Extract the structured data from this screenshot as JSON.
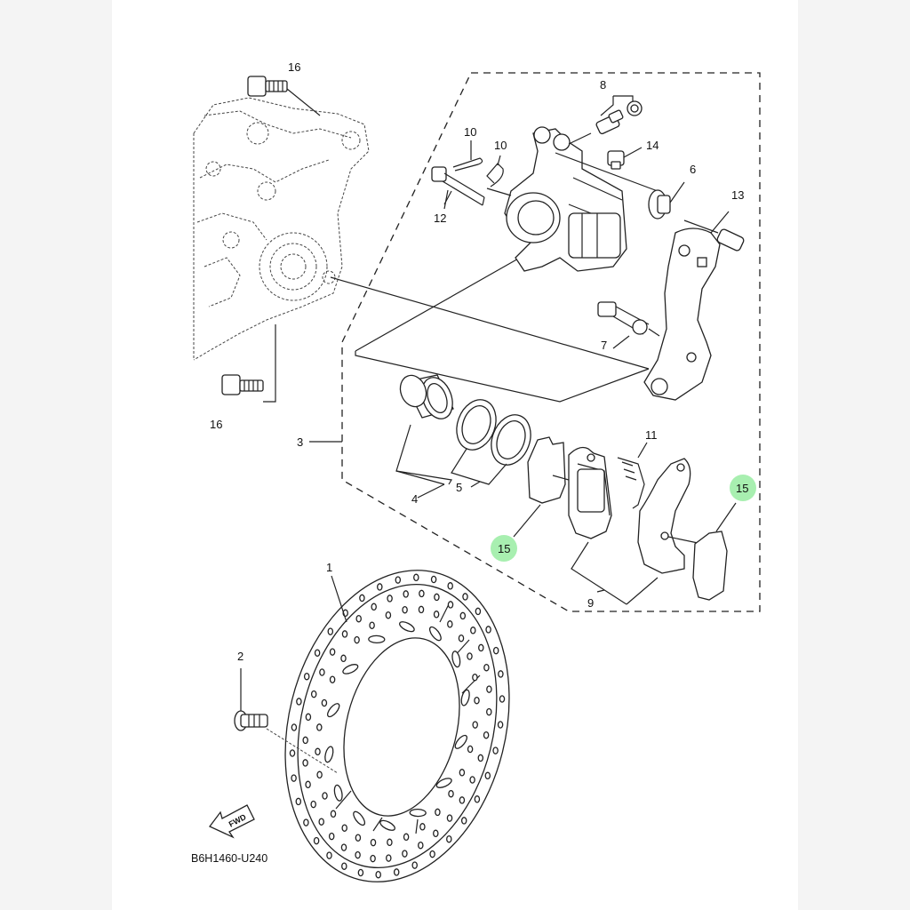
{
  "diagram": {
    "part_code": "B6H1460-U240",
    "fwd_label": "FWD",
    "callouts": {
      "c1": "1",
      "c2": "2",
      "c3": "3",
      "c4": "4",
      "c5": "5",
      "c6": "6",
      "c7": "7",
      "c8": "8",
      "c9": "9",
      "c10a": "10",
      "c10b": "10",
      "c11": "11",
      "c12": "12",
      "c13": "13",
      "c14": "14",
      "c15a": "15",
      "c15b": "15",
      "c16a": "16",
      "c16b": "16"
    },
    "highlight_color": "#a8efb0"
  }
}
